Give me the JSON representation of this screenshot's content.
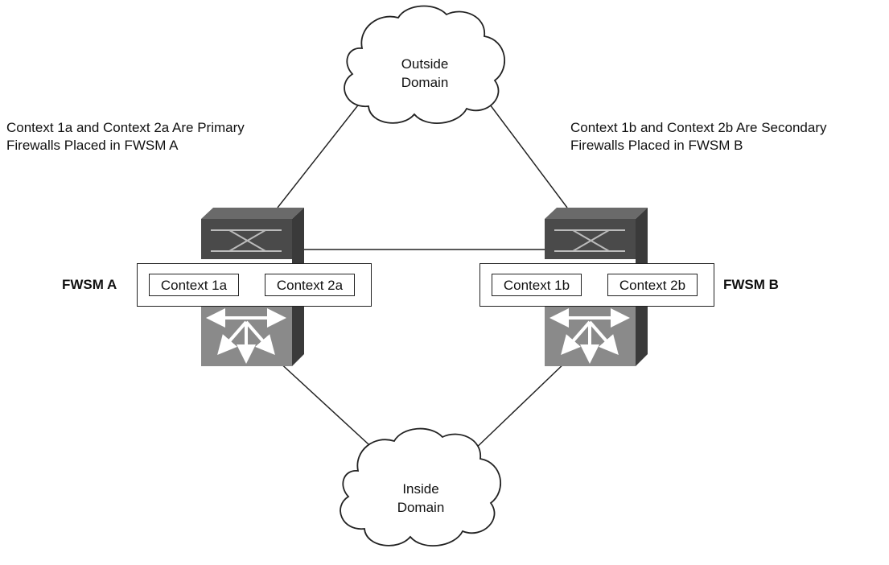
{
  "clouds": {
    "outside": {
      "line1": "Outside",
      "line2": "Domain"
    },
    "inside": {
      "line1": "Inside",
      "line2": "Domain"
    }
  },
  "notes": {
    "left": {
      "line1": "Context 1a and Context 2a Are Primary",
      "line2": "Firewalls Placed in FWSM A"
    },
    "right": {
      "line1": "Context 1b and Context 2b Are Secondary",
      "line2": "Firewalls Placed in FWSM B"
    }
  },
  "fwsm_a": {
    "label": "FWSM A",
    "contexts": [
      "Context 1a",
      "Context 2a"
    ]
  },
  "fwsm_b": {
    "label": "FWSM B",
    "contexts": [
      "Context 1b",
      "Context 2b"
    ]
  },
  "colors": {
    "line": "#222222",
    "switch_dark": "#4a4a4a",
    "switch_light": "#8a8a8a",
    "switch_side": "#3a3a3a"
  }
}
